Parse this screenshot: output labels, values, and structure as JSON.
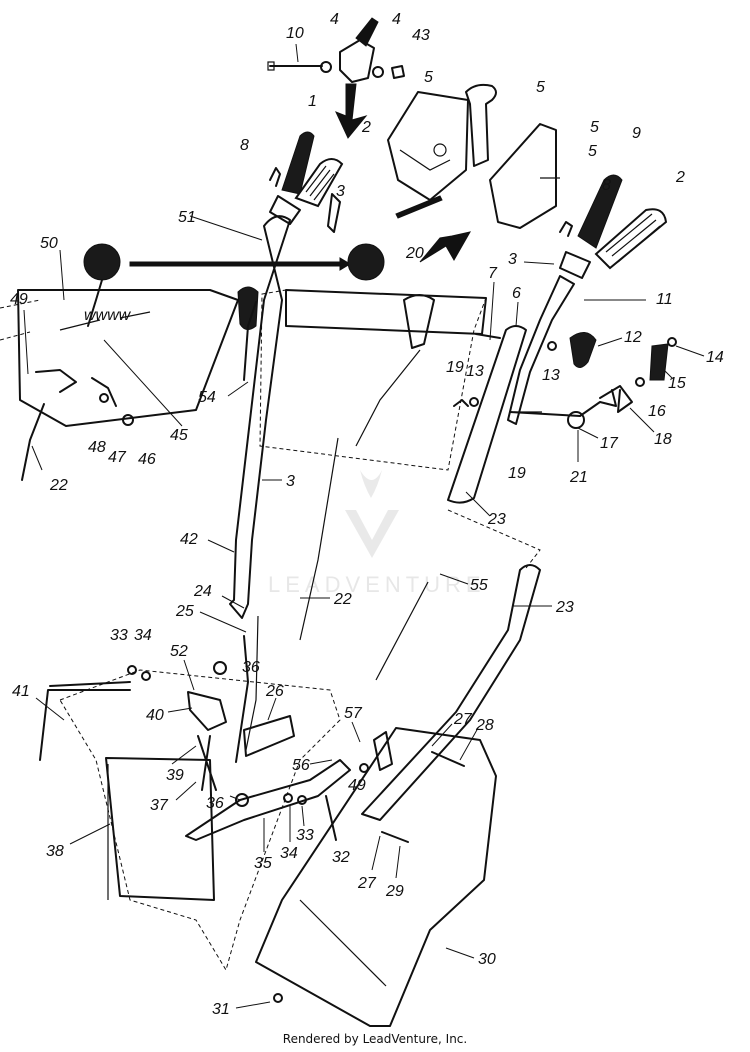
{
  "credit": "Rendered by LeadVenture, Inc.",
  "watermark": "LEADVENTURE",
  "colors": {
    "ink": "#111111",
    "paper": "#ffffff",
    "watermark": "#d8d8d8"
  },
  "callouts": [
    "10",
    "4",
    "4",
    "43",
    "5",
    "5",
    "1",
    "2",
    "8",
    "5",
    "5",
    "9",
    "3",
    "51",
    "8",
    "2",
    "20",
    "3",
    "50",
    "49",
    "7",
    "6",
    "11",
    "12",
    "14",
    "19",
    "13",
    "13",
    "15",
    "16",
    "54",
    "48",
    "47",
    "46",
    "45",
    "22",
    "17",
    "18",
    "19",
    "21",
    "3",
    "23",
    "42",
    "55",
    "22",
    "23",
    "24",
    "25",
    "33",
    "34",
    "52",
    "36",
    "26",
    "41",
    "40",
    "57",
    "27",
    "28",
    "39",
    "56",
    "37",
    "36",
    "49",
    "38",
    "35",
    "34",
    "33",
    "32",
    "27",
    "29",
    "30",
    "31"
  ]
}
